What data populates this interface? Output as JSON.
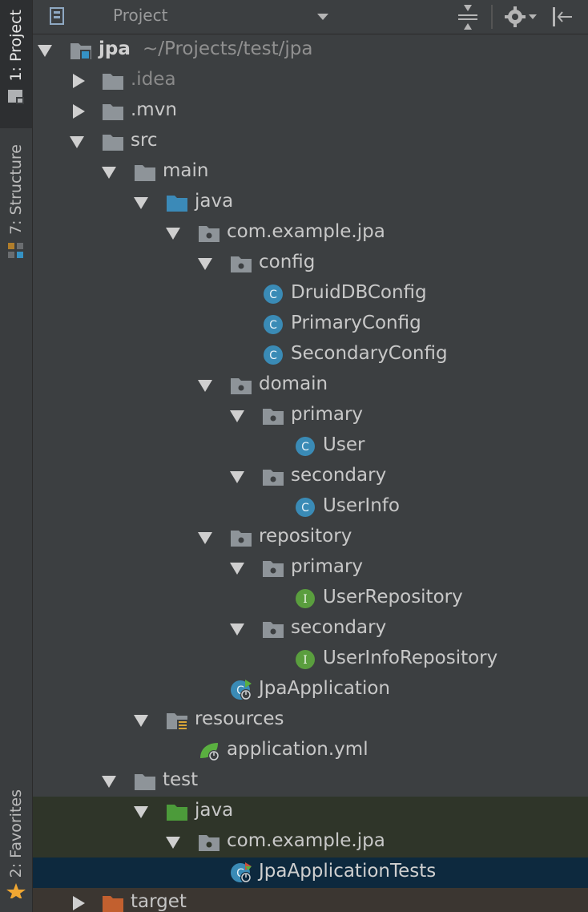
{
  "header": {
    "title": "Project"
  },
  "strip": {
    "project": "1: Project",
    "structure": "7: Structure",
    "favorites": "2: Favorites"
  },
  "tree": [
    {
      "label": "jpa",
      "extra": "~/Projects/test/jpa"
    },
    {
      "label": ".idea"
    },
    {
      "label": ".mvn"
    },
    {
      "label": "src"
    },
    {
      "label": "main"
    },
    {
      "label": "java"
    },
    {
      "label": "com.example.jpa"
    },
    {
      "label": "config"
    },
    {
      "label": "DruidDBConfig"
    },
    {
      "label": "PrimaryConfig"
    },
    {
      "label": "SecondaryConfig"
    },
    {
      "label": "domain"
    },
    {
      "label": "primary"
    },
    {
      "label": "User"
    },
    {
      "label": "secondary"
    },
    {
      "label": "UserInfo"
    },
    {
      "label": "repository"
    },
    {
      "label": "primary"
    },
    {
      "label": "UserRepository"
    },
    {
      "label": "secondary"
    },
    {
      "label": "UserInfoRepository"
    },
    {
      "label": "JpaApplication"
    },
    {
      "label": "resources"
    },
    {
      "label": "application.yml"
    },
    {
      "label": "test"
    },
    {
      "label": "java"
    },
    {
      "label": "com.example.jpa"
    },
    {
      "label": "JpaApplicationTests"
    },
    {
      "label": "target"
    }
  ]
}
